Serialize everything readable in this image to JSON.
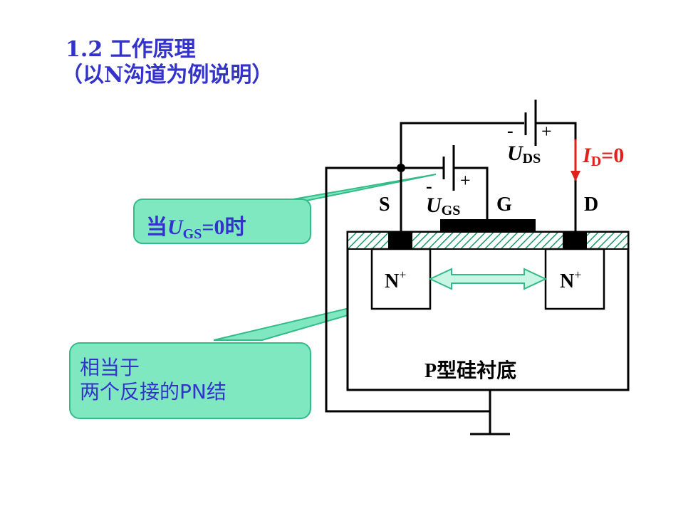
{
  "title": {
    "line1": "1.2 工作原理",
    "line2": "（以N沟道为例说明）"
  },
  "labels": {
    "source": "S",
    "gate": "G",
    "drain": "D",
    "n_plus_left": "N",
    "n_plus_right": "N",
    "plus_sup": "+",
    "substrate": "P型硅衬底"
  },
  "batteries": {
    "uds": {
      "var": "U",
      "sub": "DS",
      "minus": "-",
      "plus": "+"
    },
    "ugs": {
      "var": "U",
      "sub": "GS",
      "minus": "-",
      "plus": "+"
    }
  },
  "current": {
    "var": "I",
    "sub": "D",
    "value": "=0"
  },
  "callouts": {
    "ugs_zero": {
      "prefix": "当",
      "var": "U",
      "sub": "GS",
      "suffix": "=0时"
    },
    "pn_junction": {
      "line1": "相当于",
      "line2": "两个反接的PN结"
    }
  },
  "colors": {
    "title": "#3333cc",
    "callout_fill": "#7fe8c0",
    "callout_border": "#33bb88",
    "current_arrow": "#e0201a",
    "oxide_hatch": "#1a9966",
    "wire": "#000000"
  }
}
